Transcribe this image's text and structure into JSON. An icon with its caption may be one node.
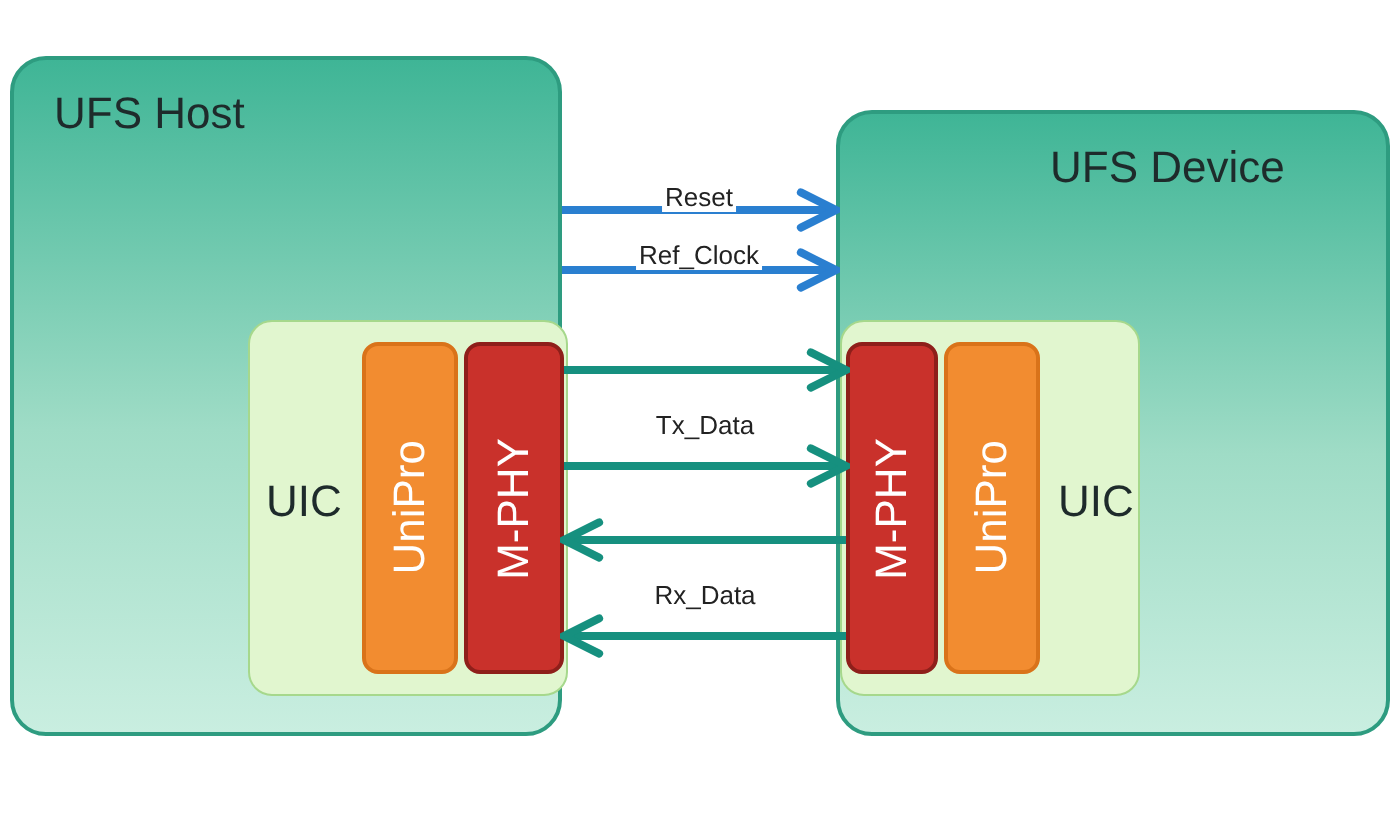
{
  "diagram": {
    "nodes": [
      {
        "text": [
          "UFS Host"
        ]
      },
      {
        "text": [
          "UIC"
        ],
        "in": 0
      },
      {
        "text": [
          "UniPro"
        ],
        "in": 1
      },
      {
        "text": [
          "M-PHY"
        ],
        "in": 1
      },
      {
        "text": [
          "UFS Device"
        ]
      },
      {
        "text": [
          "UIC"
        ],
        "in": 4
      },
      {
        "text": [
          "M-PHY"
        ],
        "in": 5
      },
      {
        "text": [
          "UniPro"
        ],
        "in": 5
      }
    ],
    "edges": [
      {
        "from": 0,
        "to": 4,
        "arrow": "to",
        "label": "Reset",
        "color": "#2a7fd0"
      },
      {
        "from": 0,
        "to": 4,
        "arrow": "to",
        "label": "Ref_Clock",
        "color": "#2a7fd0"
      },
      {
        "from": 3,
        "to": 6,
        "arrow": "to"
      },
      {
        "from": 3,
        "to": 6,
        "arrow": "to",
        "label": "Tx_Data"
      },
      {
        "from": 6,
        "to": 3,
        "arrow": "to"
      },
      {
        "from": 6,
        "to": 3,
        "arrow": "to",
        "label": "Rx_Data"
      }
    ]
  }
}
